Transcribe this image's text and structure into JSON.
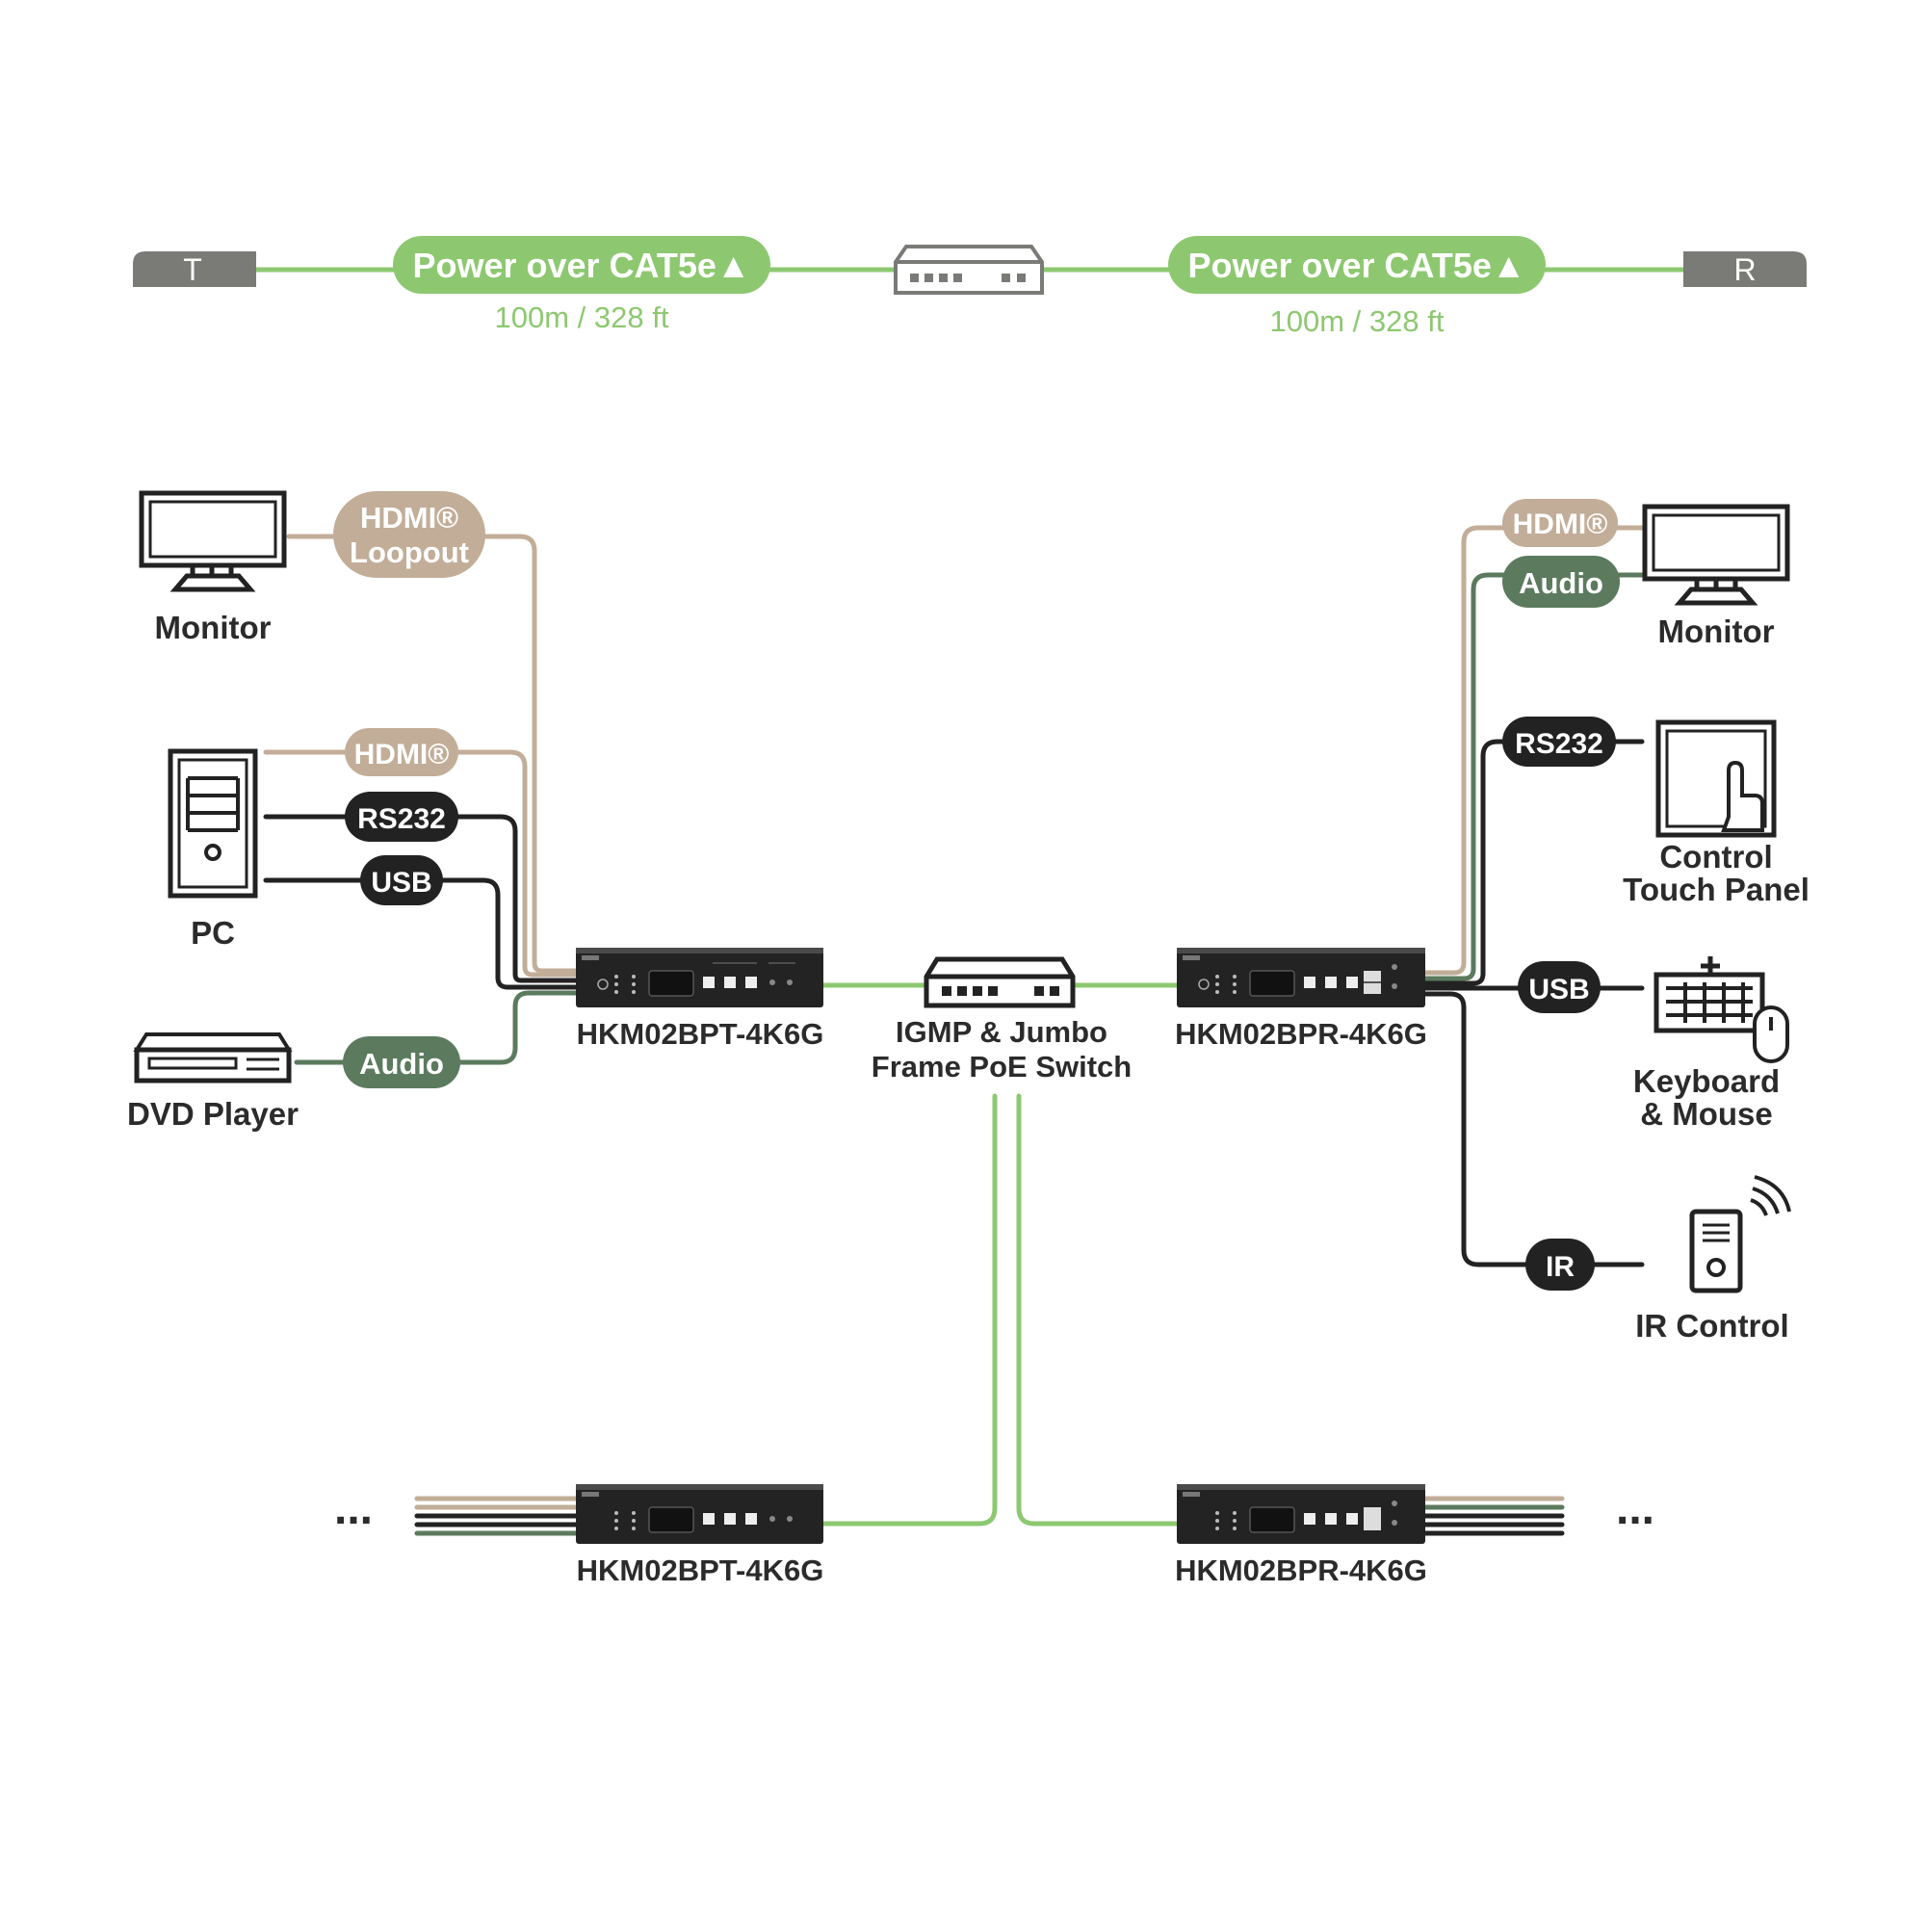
{
  "top_bar": {
    "left_end": "T",
    "right_end": "R",
    "left_link": {
      "label": "Power over CAT5e▲",
      "distance": "100m / 328 ft"
    },
    "right_link": {
      "label": "Power over CAT5e▲",
      "distance": "100m / 328 ft"
    }
  },
  "switch": {
    "line1": "IGMP & Jumbo",
    "line2": "Frame PoE Switch"
  },
  "transmitter": {
    "model": "HKM02BPT-4K6G",
    "sources": {
      "monitor": {
        "label": "Monitor",
        "cable": {
          "line1": "HDMI®",
          "line2": "Loopout"
        }
      },
      "pc": {
        "label": "PC",
        "cables": [
          "HDMI®",
          "RS232",
          "USB"
        ]
      },
      "dvd": {
        "label": "DVD Player",
        "cable": "Audio"
      }
    }
  },
  "receiver": {
    "model": "HKM02BPR-4K6G",
    "sinks": {
      "monitor": {
        "label": "Monitor",
        "cables": [
          "HDMI®",
          "Audio"
        ]
      },
      "touch_panel": {
        "line1": "Control",
        "line2": "Touch Panel",
        "cable": "RS232"
      },
      "keyboard": {
        "line1": "Keyboard",
        "line2": "& Mouse",
        "cable": "USB"
      },
      "ir": {
        "label": "IR Control",
        "cable": "IR"
      }
    }
  },
  "expansion": {
    "transmitter_model": "HKM02BPT-4K6G",
    "receiver_model": "HKM02BPR-4K6G",
    "more": "..."
  },
  "colors": {
    "green": "#8dc870",
    "tan": "#c2ad98",
    "dark_green": "#5b7a5e",
    "black": "#222222",
    "gray": "#7a7a77"
  }
}
